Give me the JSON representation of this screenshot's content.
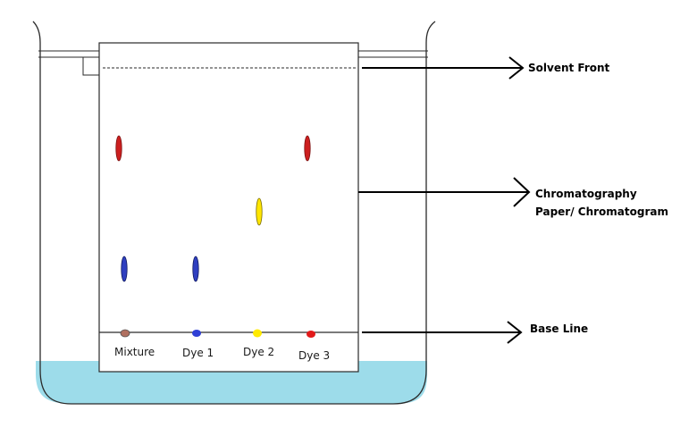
{
  "labels": {
    "solvent_front": "Solvent Front",
    "paper_line1": "Chromatography",
    "paper_line2": "Paper/ Chromatogram",
    "base_line": "Base Line"
  },
  "samples": [
    {
      "name": "Mixture",
      "spot_color": "#b07060"
    },
    {
      "name": "Dye 1",
      "spot_color": "#2f3fd6"
    },
    {
      "name": "Dye 2",
      "spot_color": "#ffea00"
    },
    {
      "name": "Dye 3",
      "spot_color": "#e21a1a"
    }
  ],
  "colors": {
    "solvent": "#9ddcea",
    "red_dye": "#cc1f1f",
    "blue_dye": "#2f3fc0",
    "yellow_dye": "#ffe600",
    "outline": "#2a2a2a"
  }
}
